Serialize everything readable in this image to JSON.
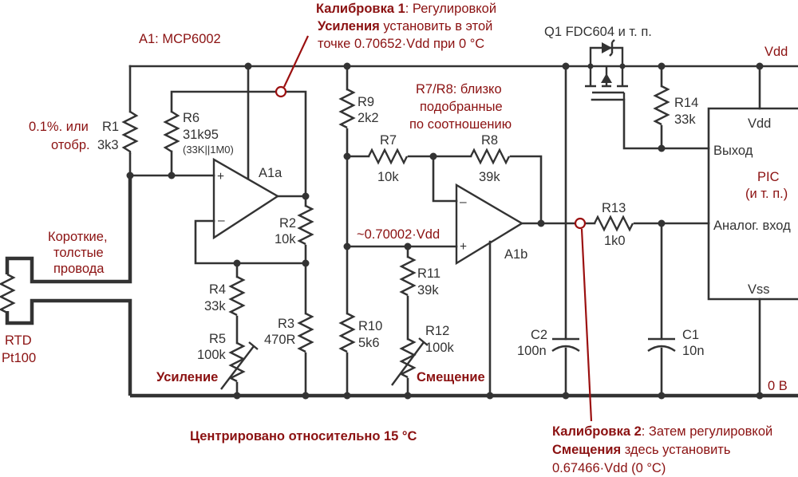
{
  "title": "RTD Pt100 signal conditioning circuit with MCP6002 dual op-amp and PIC ADC input",
  "colors": {
    "wire": "#333333",
    "annotation": "#8b1111",
    "background": "#ffffff"
  },
  "ic": {
    "label": "A1: MCP6002",
    "opamp_a": "A1a",
    "opamp_b": "A1b",
    "plus": "+",
    "minus": "–"
  },
  "rails": {
    "vdd": "Vdd",
    "gnd": "0 В"
  },
  "transistor": {
    "label": "Q1  FDC604  и т. п."
  },
  "rtd": {
    "name": "RTD",
    "type": "Pt100",
    "wire_note": [
      "Короткие,",
      "толстые",
      "провода"
    ]
  },
  "resistors": {
    "r1": {
      "name": "R1",
      "value": "3k3",
      "note": [
        "0.1%. или",
        "отобр."
      ]
    },
    "r2": {
      "name": "R2",
      "value": "10k"
    },
    "r3": {
      "name": "R3",
      "value": "470R"
    },
    "r4": {
      "name": "R4",
      "value": "33k"
    },
    "r5": {
      "name": "R5",
      "value": "100k",
      "role": "Усиление"
    },
    "r6": {
      "name": "R6",
      "value": "31k95",
      "detail": "(33K||1M0)"
    },
    "r7": {
      "name": "R7",
      "value": "10k"
    },
    "r8": {
      "name": "R8",
      "value": "39k"
    },
    "r9": {
      "name": "R9",
      "value": "2k2"
    },
    "r10": {
      "name": "R10",
      "value": "5k6"
    },
    "r11": {
      "name": "R11",
      "value": "39k"
    },
    "r12": {
      "name": "R12",
      "value": "100k",
      "role": "Смещение"
    },
    "r13": {
      "name": "R13",
      "value": "1k0"
    },
    "r14": {
      "name": "R14",
      "value": "33k"
    }
  },
  "capacitors": {
    "c1": {
      "name": "C1",
      "value": "10n"
    },
    "c2": {
      "name": "C2",
      "value": "100n"
    }
  },
  "r7r8_note": [
    "R7/R8: близко",
    "подобранные",
    "по соотношению"
  ],
  "ref_voltage": "~0.70002·Vdd",
  "pic": {
    "name": "PIC",
    "sub": "(и т. п.)",
    "pin_vdd": "Vdd",
    "pin_out": "Выход",
    "pin_adc": "Аналог. вход",
    "pin_vss": "Vss"
  },
  "calibration_1": {
    "title_bold": "Калибровка 1",
    "title_rest": ": Регулировкой",
    "line2_bold": "Усиления",
    "line2_rest": " установить в этой",
    "line3": "точке 0.70652·Vdd при 0 °C"
  },
  "calibration_2": {
    "title_bold": "Калибровка 2",
    "title_rest": ": Затем регулировкой",
    "line2_bold": "Смещения",
    "line2_rest": " здесь установить",
    "line3": "0.67466·Vdd (0 °C)"
  },
  "footer_note": "Центрировано относительно 15 °C"
}
